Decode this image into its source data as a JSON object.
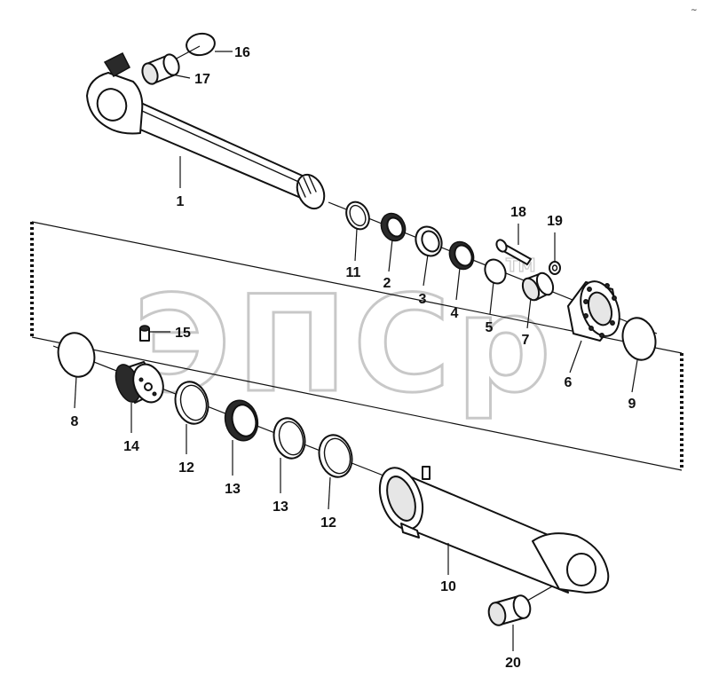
{
  "diagram": {
    "watermark": "ЭПСр",
    "watermark_tm": "TM",
    "corner_mark": "~",
    "callouts": {
      "c1": "1",
      "c2": "2",
      "c3": "3",
      "c4": "4",
      "c5": "5",
      "c6": "6",
      "c7": "7",
      "c8": "8",
      "c9": "9",
      "c10": "10",
      "c11": "11",
      "c12a": "12",
      "c12b": "12",
      "c13a": "13",
      "c13b": "13",
      "c14": "14",
      "c15": "15",
      "c16": "16",
      "c17": "17",
      "c18": "18",
      "c19": "19",
      "c20": "20"
    }
  }
}
